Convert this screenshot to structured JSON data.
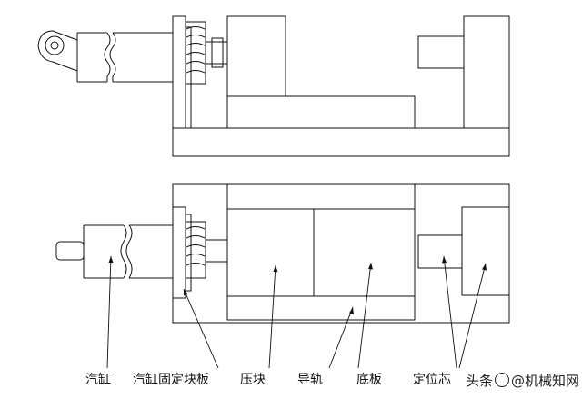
{
  "labels": {
    "cylinder": "汽缸",
    "cylinder_mount_plate": "汽缸固定块板",
    "press_block": "压块",
    "guide_rail": "导轨",
    "base_plate": "底板",
    "locating_core": "定位芯"
  },
  "watermark": {
    "text_prefix": "头条",
    "at": "@",
    "text_suffix": "机械知网"
  },
  "colors": {
    "line": "#111111",
    "background": "#ffffff"
  }
}
